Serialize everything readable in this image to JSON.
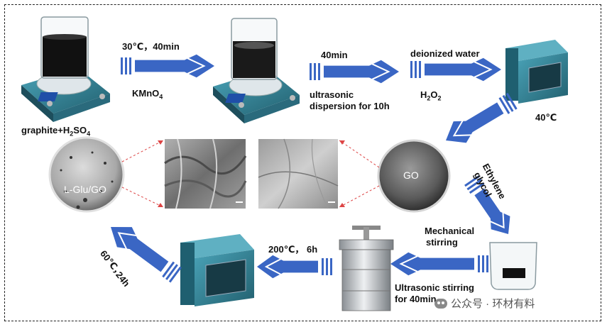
{
  "labels": {
    "step1_condition": "30℃，40min",
    "step1_reagent_base": "KMnO",
    "step1_reagent_sub": "4",
    "start_material_base": "graphite+H",
    "start_material_sub1": "2",
    "start_material_mid": "SO",
    "start_material_sub2": "4",
    "step2_time": "40min",
    "step2_method_line1": "ultrasonic",
    "step2_method_line2": "dispersion for 10h",
    "step3_reagent": "deionized water",
    "step3_reagent2_base": "H",
    "step3_reagent2_sub1": "2",
    "step3_reagent2_mid": "O",
    "step3_reagent2_sub2": "2",
    "oven1_temp": "40℃",
    "go_label": "GO",
    "final_product": "L-Glu/GO",
    "solvent_line1": "Ethylene",
    "solvent_line2": "glycol",
    "mech_line1": "Mechanical",
    "mech_line2": "stirring",
    "ultra_line1": "Ultrasonic stirring",
    "ultra_line2": "for 40min",
    "hydro_condition": "200℃， 6h",
    "dry_line1": "60℃，",
    "dry_line2": "24h",
    "watermark": "公众号 · 环材有料"
  },
  "colors": {
    "arrow_blue": "#3a66c4",
    "device_teal": "#2f7f95",
    "frame": "#222222"
  },
  "icons": [
    "hotplate-stirrer-icon",
    "beaker-icon",
    "oven-icon",
    "autoclave-icon",
    "petri-dish-icon",
    "sem-image-icon",
    "wechat-icon"
  ]
}
